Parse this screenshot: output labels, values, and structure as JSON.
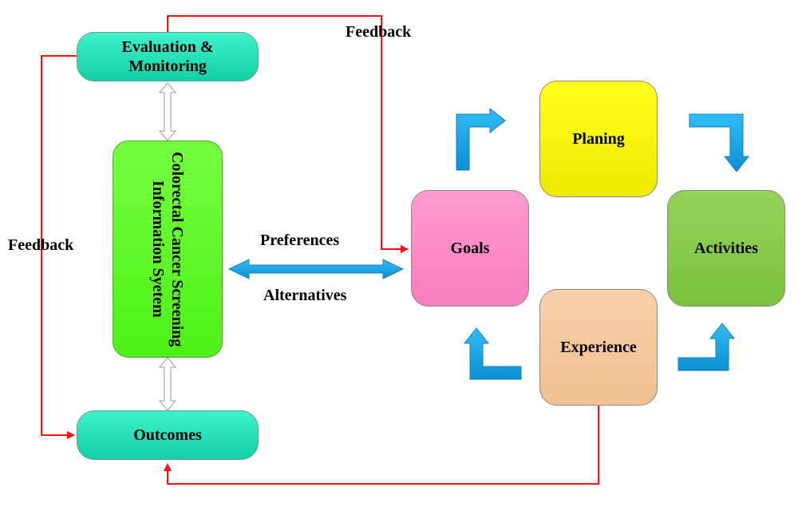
{
  "nodes": {
    "evaluation": {
      "lines": [
        "Evaluation &",
        "Monitoring"
      ]
    },
    "info_system": {
      "lines": [
        "Colorectal Cancer Screening",
        "Information Syetem"
      ]
    },
    "outcomes": {
      "label": "Outcomes"
    },
    "goals": {
      "label": "Goals"
    },
    "planing": {
      "label": "Planing"
    },
    "activities": {
      "label": "Activities"
    },
    "experience": {
      "label": "Experience"
    }
  },
  "edge_labels": {
    "feedback_top": "Feedback",
    "feedback_left": "Feedback",
    "preferences": "Preferences",
    "alternatives": "Alternatives"
  },
  "colors": {
    "feedback_line": "#ff1010",
    "cycle_arrow": "#1aa6e6",
    "connector": "#ffffff",
    "connector_stroke": "#9a9a9a",
    "bidirectional_arrow": "#1f96de"
  }
}
